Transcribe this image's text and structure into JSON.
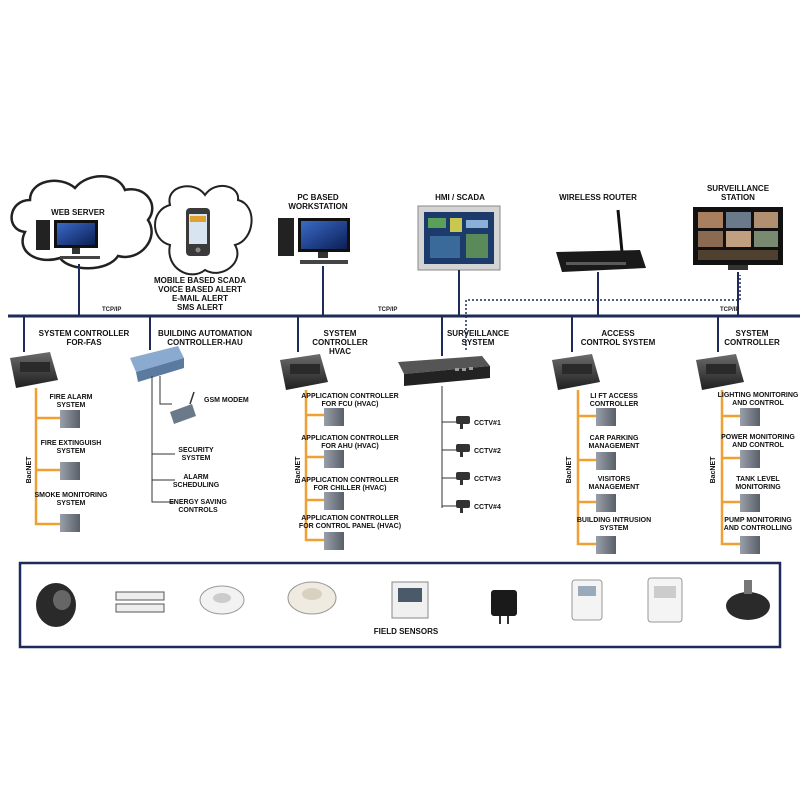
{
  "network": {
    "tcp_labels": [
      "TCP/IP",
      "TCP/IP",
      "TCP/IP"
    ]
  },
  "top_devices": {
    "web_server": "WEB SERVER",
    "mobile": [
      "MOBILE BASED SCADA",
      "VOICE BASED ALERT",
      "E-MAIL ALERT",
      "SMS ALERT"
    ],
    "pc_workstation": [
      "PC BASED",
      "WORKSTATION"
    ],
    "hmi_scada": "HMI / SCADA",
    "wireless_router": "WIRELESS ROUTER",
    "surveillance_station": [
      "SURVEILLANCE",
      "STATION"
    ]
  },
  "controllers": {
    "fas": {
      "title": [
        "SYSTEM CONTROLLER",
        "FOR-FAS"
      ],
      "bus_label": "BacNET",
      "items": [
        [
          "FIRE ALARM",
          "SYSTEM"
        ],
        [
          "FIRE EXTINGUISH",
          "SYSTEM"
        ],
        [
          "SMOKE MONITORING",
          "SYSTEM"
        ]
      ]
    },
    "hau": {
      "title": [
        "BUILDING AUTOMATION",
        "CONTROLLER-HAU"
      ],
      "items": [
        [
          "GSM MODEM"
        ],
        [
          "SECURITY",
          "SYSTEM"
        ],
        [
          "ALARM",
          "SCHEDULING"
        ],
        [
          "ENERGY SAVING",
          "CONTROLS"
        ]
      ]
    },
    "hvac": {
      "title": [
        "SYSTEM",
        "CONTROLLER",
        "HVAC"
      ],
      "bus_label": "BacNET",
      "items": [
        [
          "APPLICATION CONTROLLER",
          "FOR FCU (HVAC)"
        ],
        [
          "APPLICATION CONTROLLER",
          "FOR AHU (HVAC)"
        ],
        [
          "APPLICATION CONTROLLER",
          "FOR CHILLER (HVAC)"
        ],
        [
          "APPLICATION CONTROLLER",
          "FOR CONTROL PANEL (HVAC)"
        ]
      ]
    },
    "surveillance": {
      "title": [
        "SURVEILLANCE",
        "SYSTEM"
      ],
      "items": [
        "CCTV#1",
        "CCTV#2",
        "CCTV#3",
        "CCTV#4"
      ]
    },
    "access": {
      "title": [
        "ACCESS",
        "CONTROL SYSTEM"
      ],
      "bus_label": "BacNET",
      "items": [
        [
          "LI FT ACCESS",
          "CONTROLLER"
        ],
        [
          "CAR PARKING",
          "MANAGEMENT"
        ],
        [
          "VISITORS",
          "MANAGEMENT"
        ],
        [
          "BUILDING INTRUSION",
          "SYSTEM"
        ]
      ]
    },
    "system": {
      "title": [
        "SYSTEM",
        "CONTROLLER"
      ],
      "bus_label": "BacNET",
      "items": [
        [
          "LIGHTING MONITORING",
          "AND CONTROL"
        ],
        [
          "POWER MONITORING",
          "AND CONTROL"
        ],
        [
          "TANK LEVEL",
          "MONITORING"
        ],
        [
          "PUMP MONITORING",
          "AND CONTROLLING"
        ]
      ]
    }
  },
  "field_sensors": {
    "label": "FIELD SENSORS",
    "icons": [
      "motion-sensor-icon",
      "door-contact-sensor-icon",
      "smoke-detector-icon",
      "heat-detector-icon",
      "room-thermostat-icon",
      "plug-in-sensor-icon",
      "humidity-sensor-icon",
      "temperature-controller-icon",
      "pressure-sensor-icon"
    ]
  }
}
